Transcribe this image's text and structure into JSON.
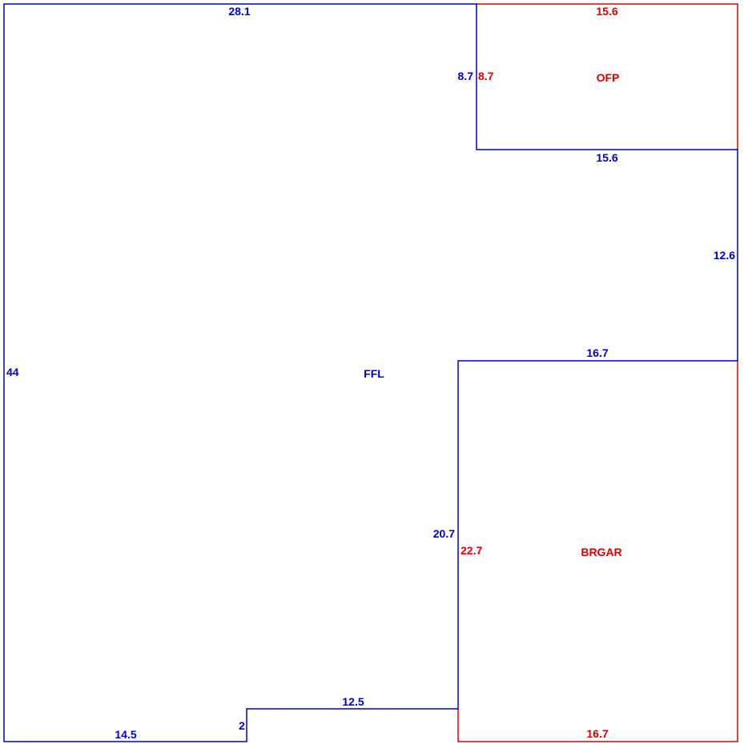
{
  "colors": {
    "living_area": "#0000c8",
    "other_area": "#dc0000"
  },
  "areas": {
    "ffl": {
      "code": "FFL",
      "dims": {
        "top": "28.1",
        "left": "44",
        "bottom_left": "14.5",
        "step": "2",
        "bottom_mid": "12.5",
        "garage_side": "20.7",
        "garage_top": "16.7",
        "right": "12.6",
        "porch_bottom": "15.6",
        "porch_side": "8.7"
      }
    },
    "ofp": {
      "code": "OFP",
      "dims": {
        "top": "15.6",
        "side": "8.7"
      }
    },
    "brgar": {
      "code": "BRGAR",
      "dims": {
        "side": "22.7",
        "bottom": "16.7"
      }
    }
  }
}
